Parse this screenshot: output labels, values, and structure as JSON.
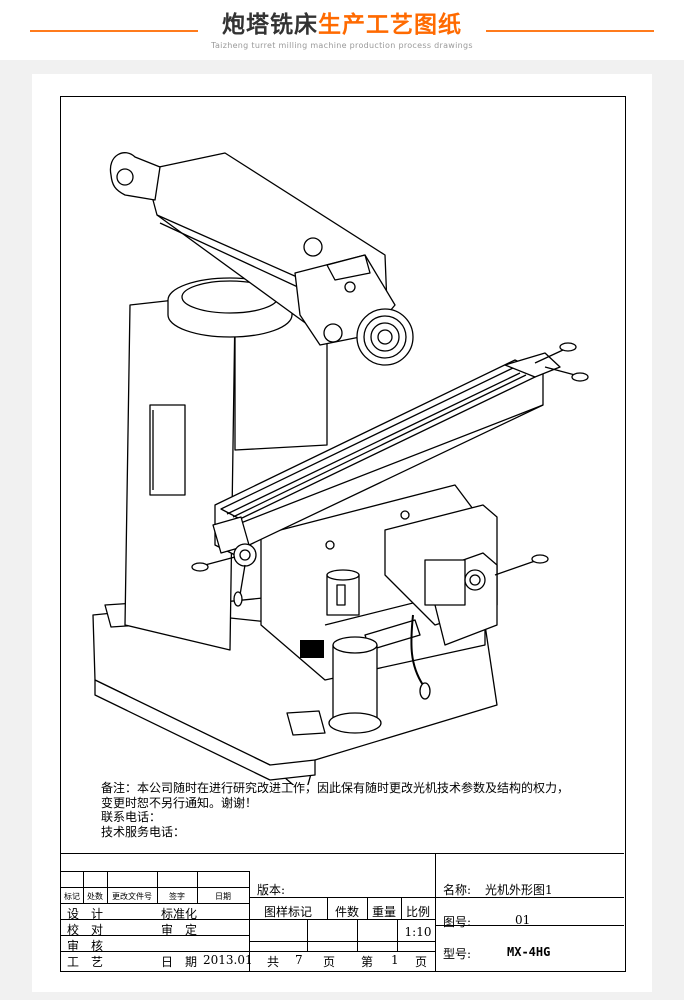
{
  "header": {
    "title_part1": "炮塔铣床",
    "title_part2": "生产工艺图纸",
    "subtitle": "Taizheng turret milling machine production process drawings",
    "accent_color": "#ff6a00"
  },
  "notes": {
    "line1": "备注：本公司随时在进行研究改进工作，因此保有随时更改光机技术参数及结构的权力，",
    "line2": "变更时恕不另行通知。谢谢！",
    "line3": "联系电话：",
    "line4": "技术服务电话："
  },
  "title_block": {
    "mark": "标记",
    "places": "处数",
    "change_doc_no": "更改文件号",
    "signature": "签字",
    "date": "日期",
    "design": "设　计",
    "check": "校　对",
    "review": "审　核",
    "process": "工　艺",
    "standardize": "标准化",
    "approve": "审　定",
    "date_label": "日　期",
    "date_value": "2013.01",
    "version_label": "版本:",
    "sample_mark": "图样标记",
    "quantity": "件数",
    "weight": "重量",
    "scale": "比例",
    "scale_value": "1:10",
    "total_label": "共",
    "total_value": "7",
    "page_unit": "页",
    "sheet_label": "第",
    "sheet_value": "1",
    "sheet_unit": "页",
    "name_label": "名称:",
    "name_value": "光机外形图1",
    "drawing_no_label": "图号:",
    "drawing_no_value": "01",
    "model_label": "型号:",
    "model_value": "MX-4HG"
  }
}
